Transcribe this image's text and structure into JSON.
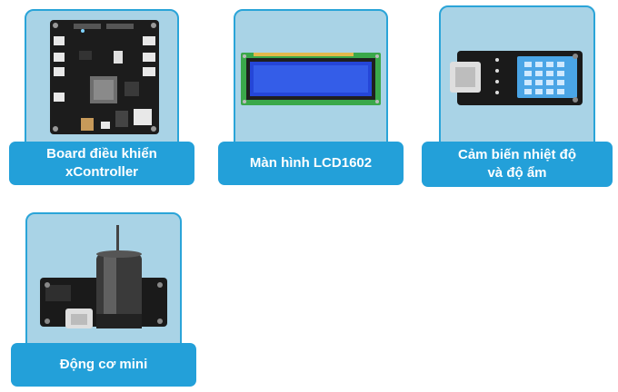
{
  "modules": [
    {
      "label_line1": "Board điều khiển",
      "label_line2": "xController",
      "image": "controller-board-image"
    },
    {
      "label_line1": "Màn hình LCD1602",
      "label_line2": "",
      "image": "lcd1602-image"
    },
    {
      "label_line1": "Cảm biến nhiệt độ",
      "label_line2": "và độ ẩm",
      "image": "temperature-humidity-sensor-image"
    },
    {
      "label_line1": "Động cơ mini",
      "label_line2": "",
      "image": "mini-motor-image"
    }
  ],
  "colors": {
    "tile_background": "#a9d3e6",
    "tile_border": "#2aa4d8",
    "label_background": "#23a0d9",
    "label_text": "#ffffff"
  }
}
